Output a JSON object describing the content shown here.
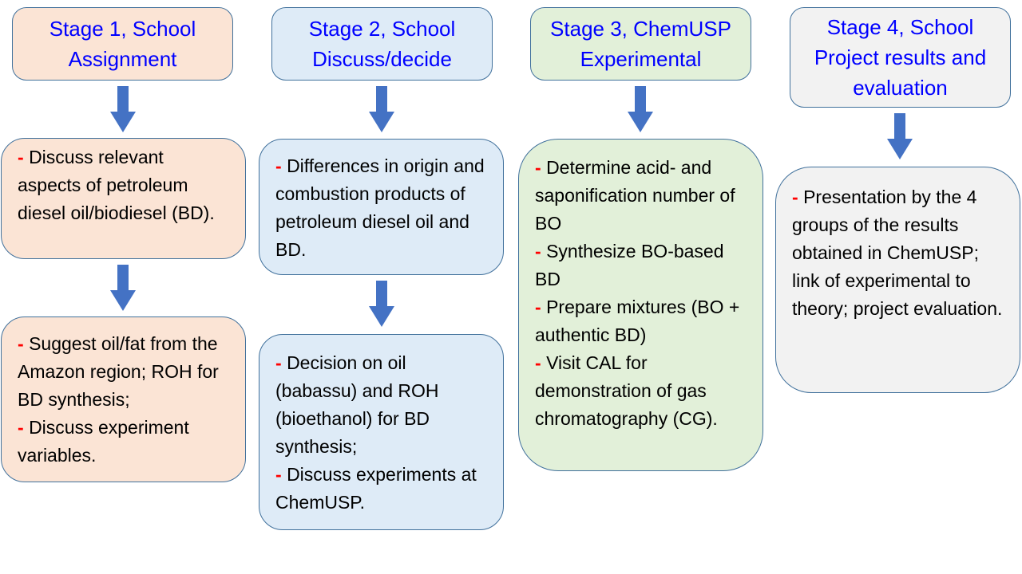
{
  "colors": {
    "arrow": "#4472c4",
    "stage_title": "#0000ff",
    "bullet_dash": "#ff0000",
    "stage1_fill": "#fbe4d5",
    "stage2_fill": "#deebf7",
    "stage3_fill": "#e2f0d9",
    "stage4_fill": "#f2f2f2",
    "border": "#41719c"
  },
  "stages": [
    {
      "title_line1": "Stage 1, School",
      "title_line2": "Assignment",
      "boxes": [
        {
          "items": [
            "Discuss relevant aspects of petroleum diesel oil/biodiesel (BD)."
          ]
        },
        {
          "items": [
            "Suggest oil/fat from the Amazon region; ROH for BD synthesis;",
            "Discuss experiment variables."
          ]
        }
      ]
    },
    {
      "title_line1": "Stage 2, School",
      "title_line2": "Discuss/decide",
      "boxes": [
        {
          "items": [
            "Differences in origin and combustion products of petroleum diesel oil and BD."
          ]
        },
        {
          "items": [
            "Decision on oil (babassu) and ROH (bioethanol) for BD synthesis;",
            "Discuss experiments at ChemUSP."
          ]
        }
      ]
    },
    {
      "title_line1": "Stage 3, ChemUSP",
      "title_line2": "Experimental",
      "boxes": [
        {
          "items": [
            "Determine acid- and saponification number of BO",
            "Synthesize BO-based BD",
            "Prepare mixtures (BO + authentic BD)",
            "Visit CAL for demonstration of gas chromatography (CG)."
          ]
        }
      ]
    },
    {
      "title_line1": "Stage 4, School",
      "title_line2": "Project results and",
      "title_line3": "evaluation",
      "boxes": [
        {
          "items": [
            "Presentation by the 4 groups of the results obtained in ChemUSP; link of experimental to theory; project evaluation."
          ]
        }
      ]
    }
  ],
  "dash": "- "
}
